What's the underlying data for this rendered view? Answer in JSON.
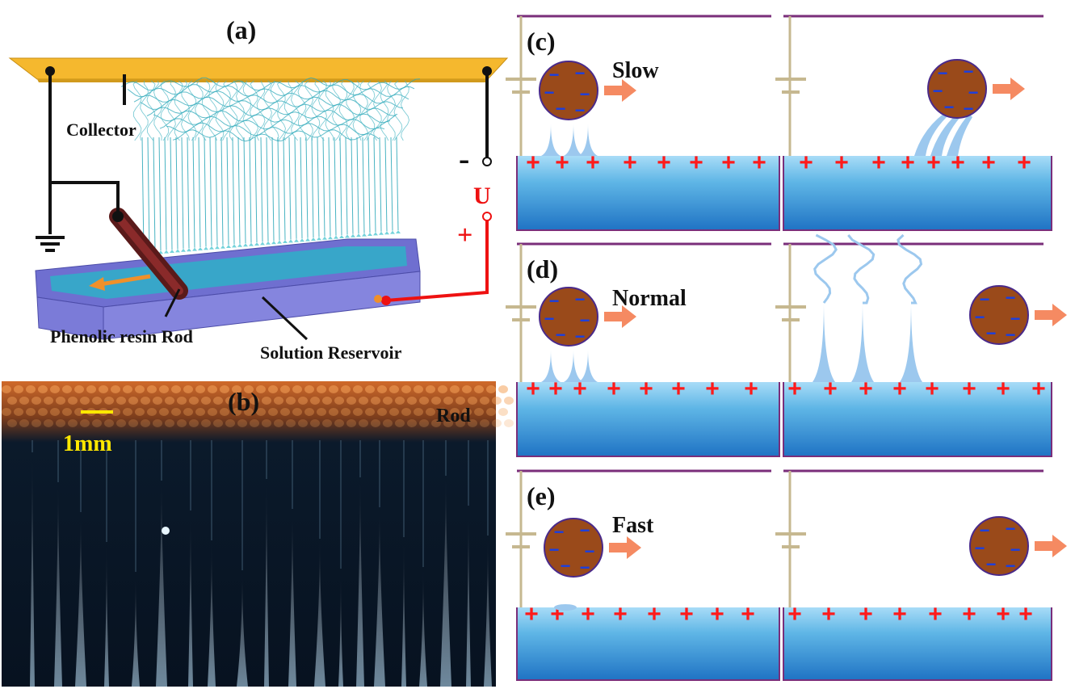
{
  "panel_a": {
    "tag": "(a)",
    "collector": "Collector",
    "rod": "Phenolic resin Rod",
    "reservoir": "Solution Reservoir",
    "minus": "-",
    "voltage": "U",
    "plus": "+"
  },
  "panel_b": {
    "tag": "(b)",
    "rod": "Rod",
    "scale": "1mm"
  },
  "panels": [
    {
      "tag": "(c)",
      "speed": "Slow"
    },
    {
      "tag": "(d)",
      "speed": "Normal"
    },
    {
      "tag": "(e)",
      "speed": "Fast"
    }
  ],
  "symbols": {
    "plus": "+",
    "minus": "−"
  },
  "colors": {
    "collector": "#f5b82e",
    "reservoir": "#7f7fd6",
    "solution": "#5fb6e6",
    "rod": "#6b2121",
    "roller": "#9a4a1a",
    "plus": "#ff1a1a",
    "minus": "#1a3fe0",
    "arrow": "#f58a62",
    "jet": "#9cc8ee",
    "wire": "#c6b890",
    "plate": "#7a2e7a",
    "voltage": "#ee1111"
  }
}
